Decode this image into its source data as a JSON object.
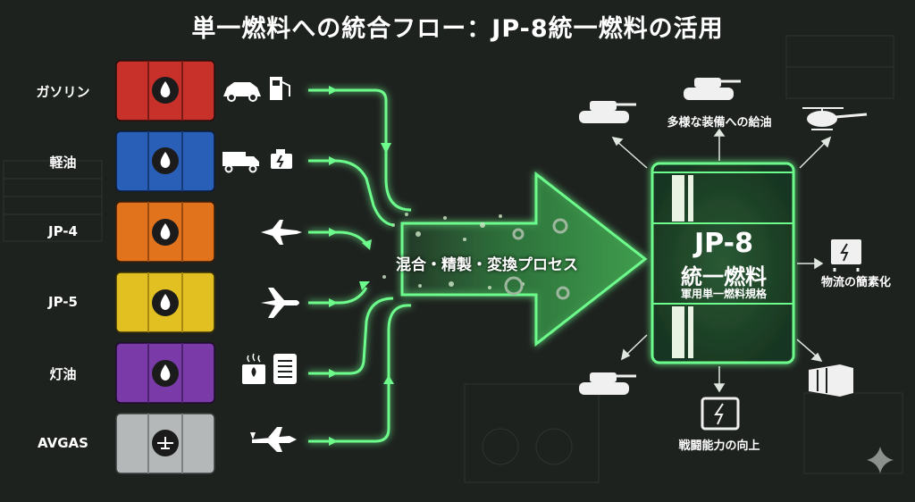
{
  "title": "単一燃料への統合フロー：JP-8統一燃料の活用",
  "fuels": [
    {
      "label": "ガソリン",
      "color": "#c8302a",
      "icons": [
        "car-icon",
        "fuel-pump-icon"
      ]
    },
    {
      "label": "軽油",
      "color": "#2a5fb8",
      "icons": [
        "truck-icon",
        "engine-icon"
      ]
    },
    {
      "label": "JP-4",
      "color": "#e0731c",
      "icons": [
        "fighter-jet-icon"
      ]
    },
    {
      "label": "JP-5",
      "color": "#e2c021",
      "icons": [
        "airliner-icon"
      ]
    },
    {
      "label": "灯油",
      "color": "#7a3aa8",
      "icons": [
        "stove-icon",
        "heater-icon"
      ]
    },
    {
      "label": "AVGAS",
      "color": "#b5b8b8",
      "icons": [
        "propeller-plane-icon"
      ]
    }
  ],
  "process": {
    "label": "混合・精製・変換プロセス"
  },
  "jp8": {
    "name": "JP-8",
    "subtitle": "統一燃料",
    "description": "軍用単一燃料規格"
  },
  "outputs": {
    "refuel": "多様な装備への給油",
    "logistics": "物流の簡素化",
    "combat": "戦闘能力の向上"
  },
  "colors": {
    "accent_green": "#6dfc8c",
    "background": "#1e221f"
  }
}
